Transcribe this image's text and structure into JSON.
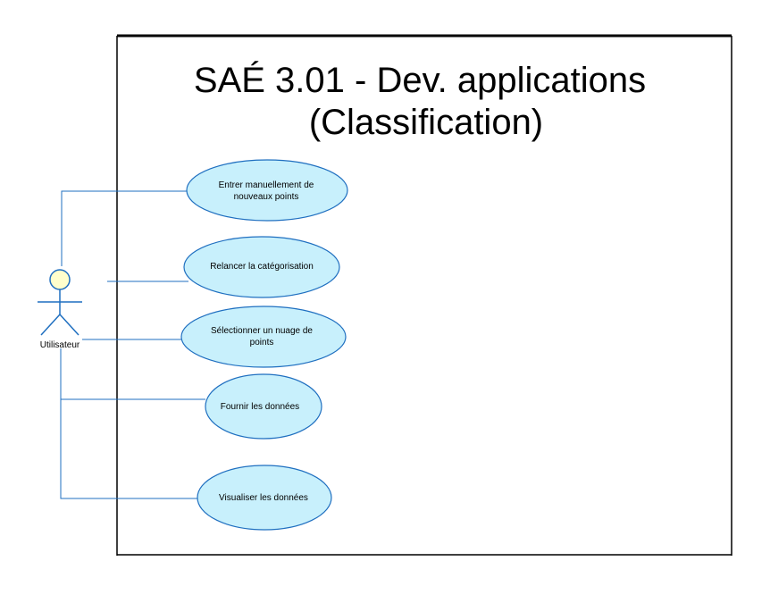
{
  "system": {
    "title_line1": "SAÉ 3.01 - Dev. applications",
    "title_line2": "(Classification)"
  },
  "actor": {
    "label": "Utilisateur",
    "head_color": "#ffffcc"
  },
  "use_cases": [
    {
      "line1": "Entrer manuellement de",
      "line2": "nouveaux points"
    },
    {
      "line1": "Relancer la catégorisation",
      "line2": ""
    },
    {
      "line1": "Sélectionner un nuage de",
      "line2": "points"
    },
    {
      "line1": "Fournir les données",
      "line2": ""
    },
    {
      "line1": "Visualiser les données",
      "line2": ""
    }
  ],
  "colors": {
    "ellipse_fill": "#c8f0fc",
    "line": "#1f6fc0",
    "border": "#000000"
  }
}
